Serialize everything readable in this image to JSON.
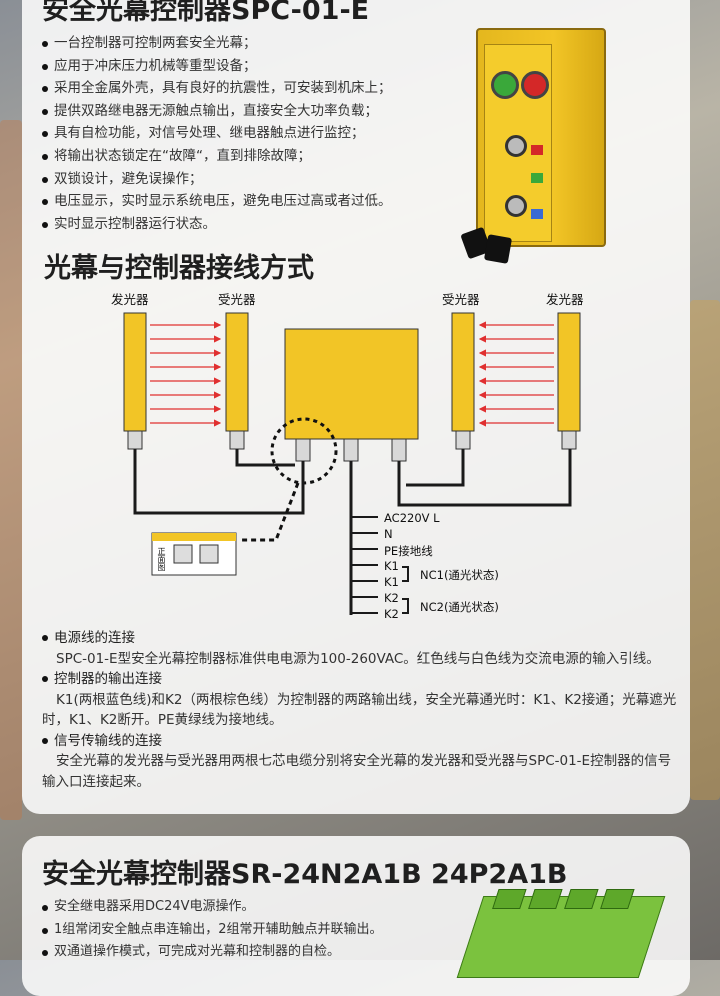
{
  "section1": {
    "title": "安全光幕控制器SPC-01-E",
    "features": [
      "一台控制器可控制两套安全光幕；",
      "应用于冲床压力机械等重型设备；",
      "采用全金属外壳，具有良好的抗震性，可安装到机床上；",
      "提供双路继电器无源触点输出，直接安全大功率负载；",
      "具有自检功能，对信号处理、继电器触点进行监控；",
      "将输出状态锁定在“故障“，直到排除故障；",
      "双锁设计，避免误操作；",
      "电压显示，实时显示系统电压，避免电压过高或者过低。",
      "实时显示控制器运行状态。"
    ]
  },
  "section2": {
    "title": "光幕与控制器接线方式",
    "labels": {
      "emitter_left": "发光器",
      "receiver_left": "受光器",
      "receiver_right": "受光器",
      "emitter_right": "发光器"
    },
    "wires": [
      "AC220V L",
      "N",
      "PE接地线",
      "K1",
      "K1",
      "K2",
      "K2"
    ],
    "nc1": "NC1(通光状态)",
    "nc2": "NC2(通光状态)",
    "inset_label": "正面图"
  },
  "connections": [
    {
      "heading": "电源线的连接",
      "text": "SPC-01-E型安全光幕控制器标准供电电源为100-260VAC。红色线与白色线为交流电源的输入引线。"
    },
    {
      "heading": "控制器的输出连接",
      "text": "K1(两根蓝色线)和K2（两根棕色线）为控制器的两路输出线，安全光幕通光时：K1、K2接通；光幕遮光时，K1、K2断开。PE黄绿线为接地线。"
    },
    {
      "heading": "信号传输线的连接",
      "text": "安全光幕的发光器与受光器用两根七芯电缆分别将安全光幕的发光器和受光器与SPC-01-E控制器的信号输入口连接起来。"
    }
  ],
  "section3": {
    "title": "安全光幕控制器SR-24N2A1B 24P2A1B",
    "features": [
      "安全继电器采用DC24V电源操作。",
      "1组常闭安全触点串连输出，2组常开辅助触点并联输出。",
      "双通道操作模式，可完成对光幕和控制器的自检。"
    ]
  },
  "colors": {
    "yellow": "#f2c526",
    "arrow_red": "#e03030",
    "cable": "#1a1a1a",
    "relay_green": "#7bc23e"
  }
}
